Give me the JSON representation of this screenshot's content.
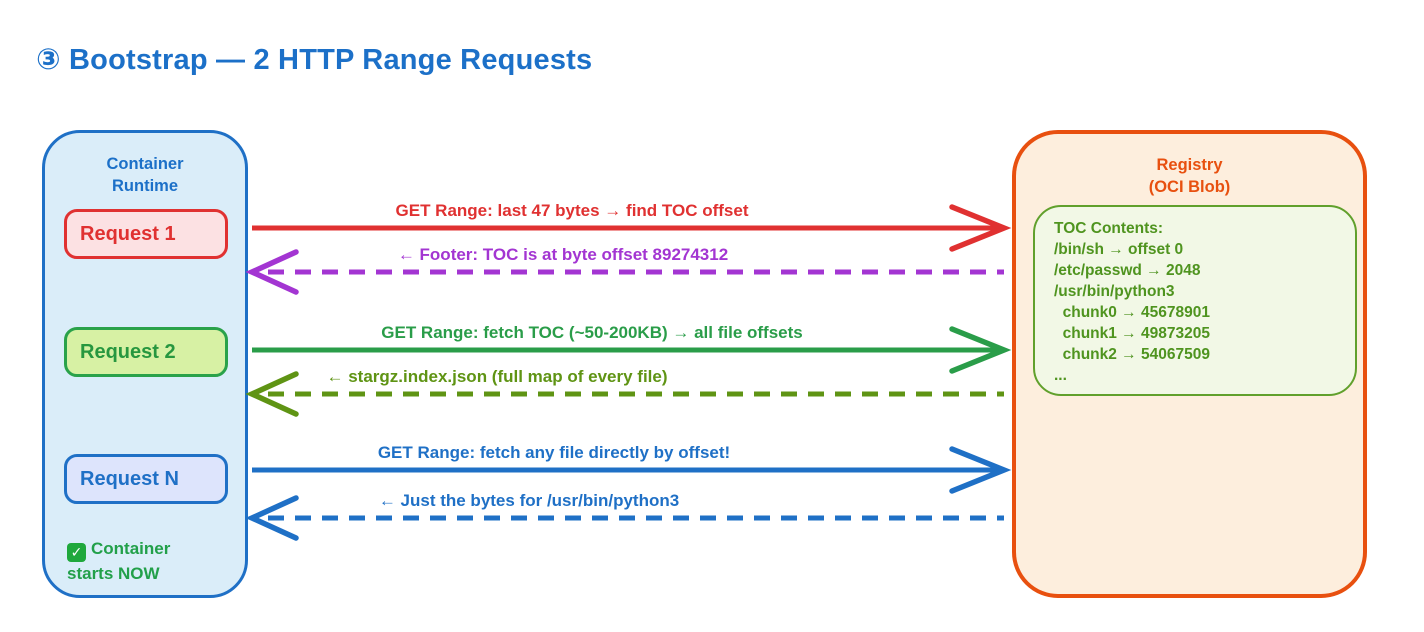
{
  "title": "③ Bootstrap — 2 HTTP Range Requests",
  "colors": {
    "title": "#1c70c8",
    "left_panel_bg": "#daedf9",
    "left_panel_border": "#1f70c6",
    "left_panel_title": "#1c70c8",
    "right_panel_bg": "#fdeedd",
    "right_panel_border": "#e8500f",
    "right_panel_title": "#e8500f",
    "toc_bg": "#f2f8e6",
    "toc_border": "#61a02c",
    "toc_text": "#4f941f",
    "status_text": "#22a04a",
    "check_bg": "#1fa83c",
    "check_glyph": "#ffffff"
  },
  "left_panel": {
    "title_line1": "Container",
    "title_line2": "Runtime",
    "requests": [
      {
        "label": "Request 1",
        "bg": "#fce1e3",
        "border": "#e03131",
        "text": "#e03131"
      },
      {
        "label": "Request 2",
        "bg": "#d7f1a4",
        "border": "#2aa24a",
        "text": "#27973f"
      },
      {
        "label": "Request N",
        "bg": "#dde4fc",
        "border": "#1f70c6",
        "text": "#1f70c6"
      }
    ],
    "check_icon": "✓",
    "status_text": "Container starts NOW"
  },
  "right_panel": {
    "title_line1": "Registry",
    "title_line2": "(OCI Blob)",
    "toc_lines": [
      "TOC Contents:",
      "/bin/sh → offset 0",
      "/etc/passwd → 2048",
      "/usr/bin/python3",
      "  chunk0 → 45678901",
      "  chunk1 → 49873205",
      "  chunk2 → 54067509",
      "..."
    ]
  },
  "arrows": [
    {
      "name": "request-1",
      "label": "GET Range: last 47 bytes → find TOC offset",
      "direction": "right",
      "style": "solid",
      "color": "#e03131"
    },
    {
      "name": "response-1",
      "label": "← Footer: TOC is at byte offset 89274312",
      "direction": "left",
      "style": "dashed",
      "color": "#a335d2"
    },
    {
      "name": "request-2",
      "label": "GET Range: fetch TOC (~50-200KB) → all file offsets",
      "direction": "right",
      "style": "solid",
      "color": "#2a9d49"
    },
    {
      "name": "response-2",
      "label": "← stargz.index.json (full map of every file)",
      "direction": "left",
      "style": "dashed",
      "color": "#5f9414"
    },
    {
      "name": "request-n",
      "label": "GET Range: fetch any file directly by offset!",
      "direction": "right",
      "style": "solid",
      "color": "#1f70c6"
    },
    {
      "name": "response-n",
      "label": "← Just the bytes for /usr/bin/python3",
      "direction": "left",
      "style": "dashed",
      "color": "#1f70c6"
    }
  ]
}
